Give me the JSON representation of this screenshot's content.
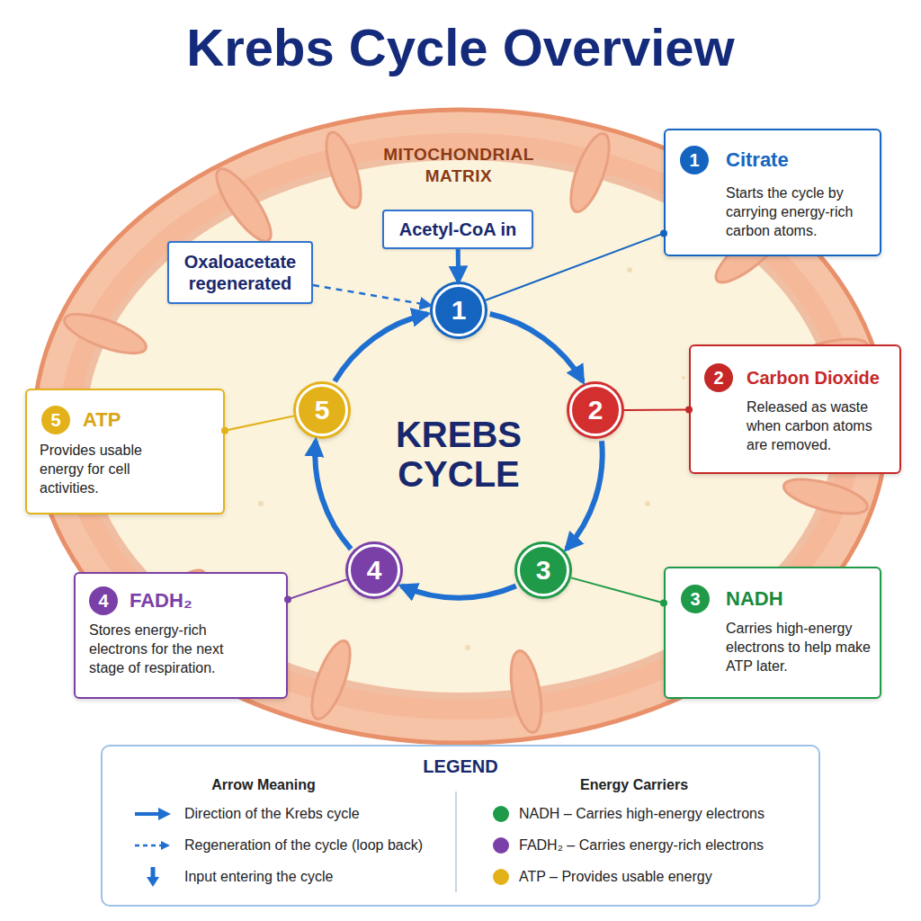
{
  "diagram": {
    "title": "Krebs Cycle Overview",
    "nodes": [
      {
        "text": [
          "MITOCHONDRIAL MATRIX"
        ]
      },
      {
        "text": [
          "Acetyl-CoA in"
        ],
        "in": 0
      },
      {
        "text": [
          "Oxaloacetate regenerated"
        ],
        "in": 0
      },
      {
        "text": [
          "1"
        ],
        "in": 0
      },
      {
        "text": [
          "2"
        ],
        "in": 0
      },
      {
        "text": [
          "3"
        ],
        "in": 0
      },
      {
        "text": [
          "4"
        ],
        "in": 0
      },
      {
        "text": [
          "5"
        ],
        "in": 0
      },
      {
        "text": [
          "1",
          "Citrate",
          "Starts the cycle by carrying energy-rich carbon atoms."
        ]
      },
      {
        "text": [
          "2",
          "Carbon Dioxide",
          "Released as waste when carbon atoms are removed."
        ]
      },
      {
        "text": [
          "3",
          "NADH",
          "Carries high-energy electrons to help make ATP later."
        ]
      },
      {
        "text": [
          "4",
          "FADH₂",
          "Stores energy-rich electrons for the next stage of respiration."
        ]
      },
      {
        "text": [
          "5",
          "ATP",
          "Provides usable energy for cell activities."
        ]
      }
    ],
    "edges": [
      {
        "from": 1,
        "to": 3,
        "arrow": "to"
      },
      {
        "from": 2,
        "to": 3,
        "arrow": "to"
      },
      {
        "from": 3,
        "to": 4,
        "arrow": "to"
      },
      {
        "from": 4,
        "to": 5,
        "arrow": "to"
      },
      {
        "from": 5,
        "to": 6,
        "arrow": "to"
      },
      {
        "from": 6,
        "to": 7,
        "arrow": "to"
      },
      {
        "from": 7,
        "to": 3,
        "arrow": "to"
      },
      {
        "from": 3,
        "to": 8,
        "arrow": "none"
      },
      {
        "from": 4,
        "to": 9,
        "arrow": "none"
      },
      {
        "from": 5,
        "to": 10,
        "arrow": "none"
      },
      {
        "from": 6,
        "to": 11,
        "arrow": "none"
      },
      {
        "from": 7,
        "to": 12,
        "arrow": "none"
      }
    ],
    "labels": [
      "KREBS CYCLE",
      "LEGEND",
      "Arrow Meaning",
      "Energy Carriers"
    ],
    "legend": [
      {
        "text": "Direction of the Krebs cycle"
      },
      {
        "text": "Regeneration of the cycle (loop back)"
      },
      {
        "text": "Input entering the cycle"
      },
      {
        "text": "NADH – Carries high-energy electrons",
        "color": "#1e9a48"
      },
      {
        "text": "FADH₂ – Carries energy-rich electrons",
        "color": "#7b3fa8"
      },
      {
        "text": "ATP – Provides usable energy",
        "color": "#e3b21a"
      }
    ]
  }
}
